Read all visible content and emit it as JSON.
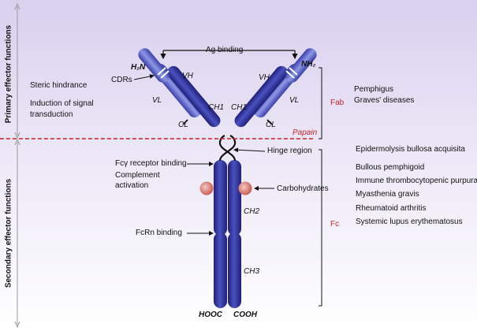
{
  "side_labels": {
    "primary": "Primary effector functions",
    "secondary": "Secondary effector functions"
  },
  "top": {
    "ag_binding": "Ag binding",
    "h2n": "H₂N",
    "nh2": "NH₂"
  },
  "domains": {
    "vh_left": "VH",
    "vh_right": "VH",
    "vl_left": "VL",
    "vl_right": "VL",
    "ch1_left": "CH1",
    "ch1_right": "CH1",
    "cl_left": "CL",
    "cl_right": "CL",
    "ch2": "CH2",
    "ch3": "CH3",
    "hooc": "HOOC",
    "cooh": "COOH"
  },
  "annotations": {
    "cdrs": "CDRs",
    "papain": "Papain",
    "hinge": "Hinge region",
    "fc_gamma": "Fcγ receptor binding",
    "complement_1": "Complement",
    "complement_2": "activation",
    "carbohydrates": "Carbohydrates",
    "fcrn": "FcRn binding",
    "fab": "Fab",
    "fc": "Fc"
  },
  "primary_functions": {
    "steric": "Steric hindrance",
    "induction_1": "Induction of signal",
    "induction_2": "transduction"
  },
  "fab_diseases": [
    "Pemphigus",
    "Graves' diseases"
  ],
  "fc_diseases": [
    "Epidermolysis bullosa acquisita",
    "Bullous pemphigoid",
    "Immune thrombocytopenic purpura",
    "Myasthenia gravis",
    "Rheumatoid arthritis",
    "Systemic lupus erythematosus"
  ],
  "colors": {
    "chain": "#2b2a8c",
    "chain_light": "#5a63c8",
    "papain_line": "#d42020",
    "carbohydrate": "#d98880"
  }
}
